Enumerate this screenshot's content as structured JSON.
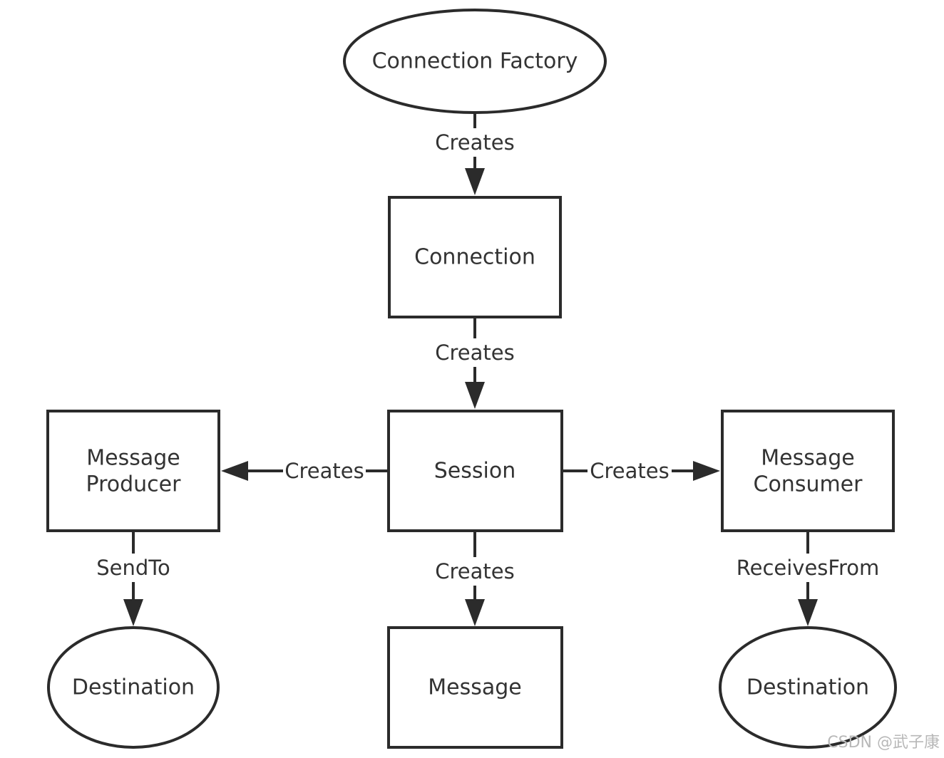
{
  "nodes": {
    "connection_factory": "Connection Factory",
    "connection": "Connection",
    "session": "Session",
    "message_producer": [
      "Message",
      "Producer"
    ],
    "message_consumer": [
      "Message",
      "Consumer"
    ],
    "message": "Message",
    "destination_left": "Destination",
    "destination_right": "Destination"
  },
  "edges": {
    "factory_to_connection": "Creates",
    "connection_to_session": "Creates",
    "session_to_producer": "Creates",
    "session_to_consumer": "Creates",
    "session_to_message": "Creates",
    "producer_to_destination": "SendTo",
    "consumer_to_destination": "ReceivesFrom"
  },
  "watermark": "CSDN @武子康"
}
